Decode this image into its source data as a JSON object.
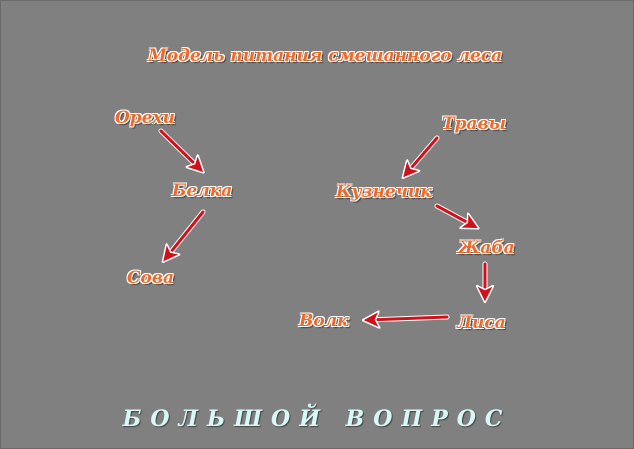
{
  "title": "Модель питания смешанного леса",
  "nodes": {
    "nuts": "Орехи",
    "squirrel": "Белка",
    "owl": "Сова",
    "grass": "Травы",
    "grasshopper": "Кузнечик",
    "toad": "Жаба",
    "fox": "Лиса",
    "wolf": "Волк"
  },
  "footer": "БОЛЬШОЙ ВОПРОС",
  "colors": {
    "background": "#808080",
    "label": "#ec6a2a",
    "arrow": "#d0101a",
    "footer": "#d8f8f8"
  }
}
